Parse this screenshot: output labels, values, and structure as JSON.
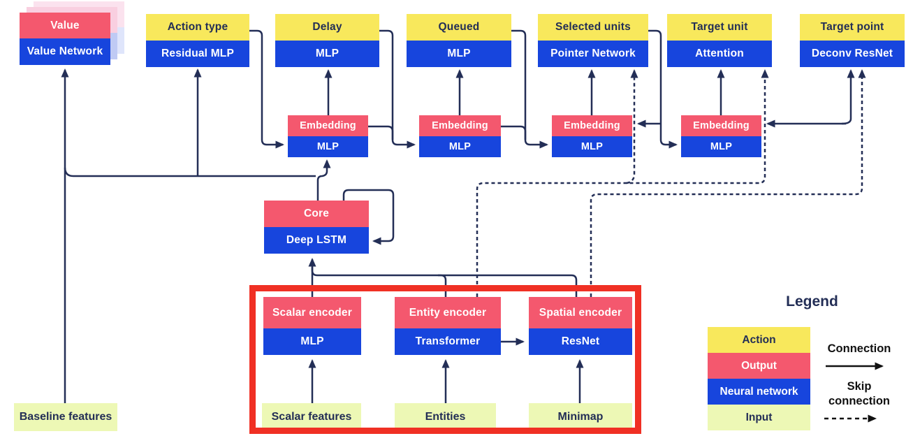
{
  "heads": [
    {
      "output": "Value",
      "network": "Value Network"
    },
    {
      "action": "Action type",
      "network": "Residual MLP"
    },
    {
      "action": "Delay",
      "network": "MLP"
    },
    {
      "action": "Queued",
      "network": "MLP"
    },
    {
      "action": "Selected units",
      "network": "Pointer Network"
    },
    {
      "action": "Target unit",
      "network": "Attention"
    },
    {
      "action": "Target point",
      "network": "Deconv ResNet"
    }
  ],
  "embeddings": [
    {
      "output": "Embedding",
      "network": "MLP"
    },
    {
      "output": "Embedding",
      "network": "MLP"
    },
    {
      "output": "Embedding",
      "network": "MLP"
    },
    {
      "output": "Embedding",
      "network": "MLP"
    }
  ],
  "core": {
    "output": "Core",
    "network": "Deep LSTM"
  },
  "encoders": [
    {
      "output": "Scalar encoder",
      "network": "MLP"
    },
    {
      "output": "Entity encoder",
      "network": "Transformer"
    },
    {
      "output": "Spatial encoder",
      "network": "ResNet"
    }
  ],
  "inputs": [
    {
      "label": "Baseline features"
    },
    {
      "label": "Scalar features"
    },
    {
      "label": "Entities"
    },
    {
      "label": "Minimap"
    }
  ],
  "legend": {
    "title": "Legend",
    "items": [
      {
        "label": "Action",
        "color": "#f8e85c"
      },
      {
        "label": "Output",
        "color": "#f4586e"
      },
      {
        "label": "Neural network",
        "color": "#1745dd"
      },
      {
        "label": "Input",
        "color": "#edf8b5"
      }
    ],
    "connection_label": "Connection",
    "skip_connection_label": "Skip connection"
  },
  "colors": {
    "yellow": "#f8e85c",
    "pink": "#f4586e",
    "blue": "#1745dd",
    "green": "#edf8b5",
    "navy": "#232e56",
    "red": "#f03024",
    "black": "#111111",
    "shadow_pink_1": "#f9cfe0",
    "shadow_pink_2": "#fbe2ee",
    "shadow_blue_1": "#bfcaf4",
    "shadow_blue_2": "#dfe5fb"
  }
}
